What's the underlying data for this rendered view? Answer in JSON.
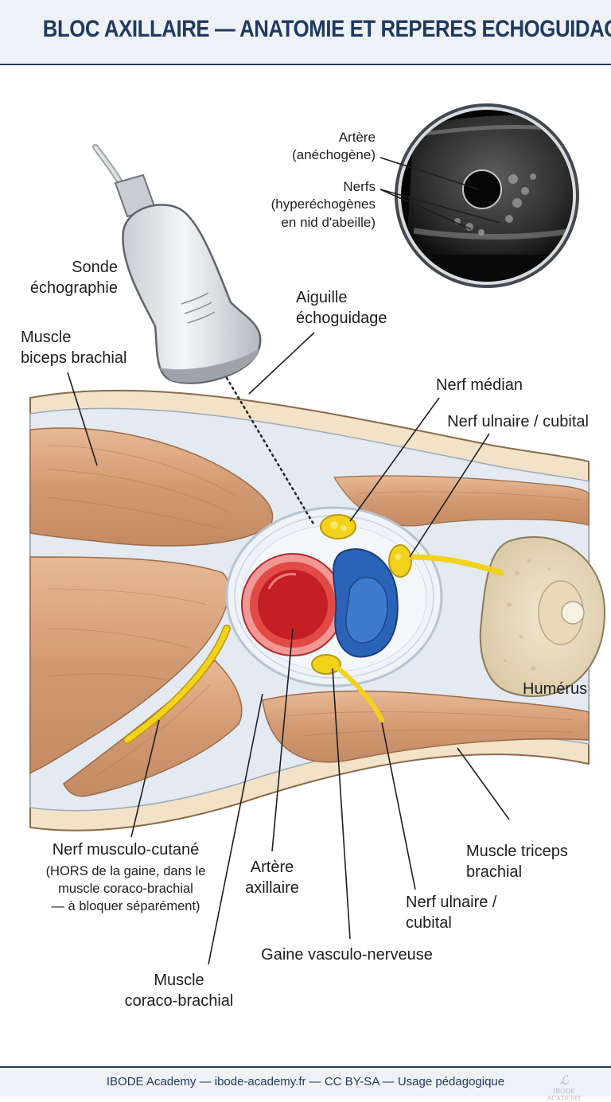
{
  "title": "BLOC AXILLAIRE — ANATOMIE ET REPERES ECHOGUIDAGE",
  "footer": "IBODE Academy — ibode-academy.fr — CC BY-SA — Usage pédagogique",
  "watermark": "IBODE ACADEMY",
  "labels": {
    "sonde": [
      "Sonde",
      "échographie"
    ],
    "biceps": [
      "Muscle",
      "biceps brachial"
    ],
    "aiguille": [
      "Aiguille",
      "échoguidage"
    ],
    "nerf_median": [
      "Nerf médian"
    ],
    "nerf_ulnaire_top": [
      "Nerf ulnaire / cubital"
    ],
    "humerus": [
      "Humérus"
    ],
    "triceps": [
      "Muscle triceps",
      "brachial"
    ],
    "musculo_cutane": [
      "Nerf musculo-cutané"
    ],
    "musculo_cutane_note": [
      "(HORS de la gaine, dans le",
      "muscle coraco-brachial",
      "— à bloquer séparément)"
    ],
    "artere_axillaire": [
      "Artère",
      "axillaire"
    ],
    "nerf_ulnaire_bottom": [
      "Nerf ulnaire /",
      "cubital"
    ],
    "gaine": [
      "Gaine vasculo-nerveuse"
    ],
    "coraco": [
      "Muscle",
      "coraco-brachial"
    ]
  },
  "ultrasound": {
    "artere": [
      "Artère",
      "(anéchogène)"
    ],
    "nerfs": [
      "Nerfs",
      "(hyperéchogènes",
      "en nid d'abeille)"
    ]
  },
  "colors": {
    "artery": "#d8262b",
    "vein": "#2a63b8",
    "nerve": "#f2d21b",
    "muscle": "#d9a27c",
    "fascia": "#dfe7ef",
    "title": "#1f3a60"
  }
}
